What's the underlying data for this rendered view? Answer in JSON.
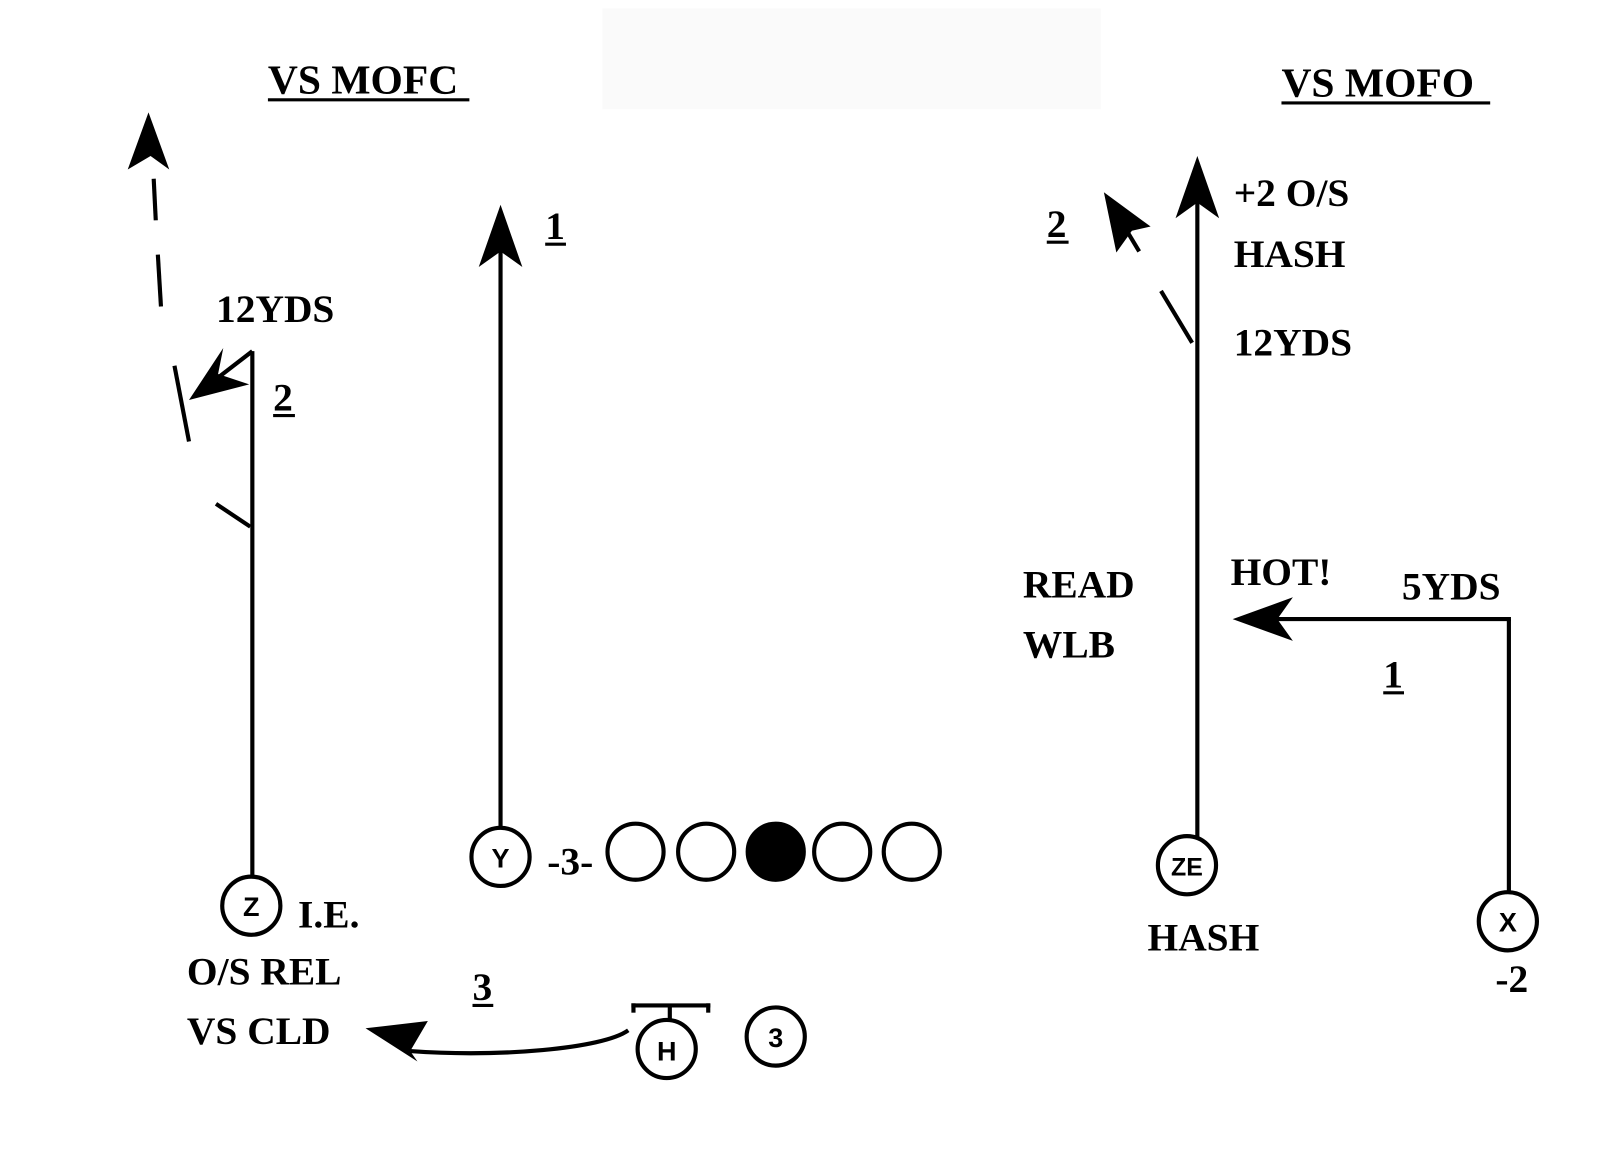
{
  "left_panel": {
    "title": "VS MOFC",
    "labels": {
      "z_depth": "12YDS",
      "z_read_num": "2",
      "y_read_num": "1",
      "y_split": "-3-",
      "z_note1": "I.E.",
      "z_note2": "O/S REL",
      "z_note3": "VS CLD",
      "h_read_num": "3"
    },
    "players": {
      "z": "Z",
      "y": "Y",
      "h": "H",
      "back": "3"
    },
    "offensive_line": {
      "count": 5,
      "center_filled_index": 2
    }
  },
  "right_panel": {
    "title": "VS MOFO",
    "labels": {
      "ze_split_1": "+2 O/S",
      "ze_split_2": "HASH",
      "ze_depth": "12YDS",
      "ze_read_num": "2",
      "read_1": "READ",
      "read_2": "WLB",
      "hot": "HOT!",
      "x_depth": "5YDS",
      "x_read_num": "1",
      "ze_align": "HASH",
      "x_align": "-2"
    },
    "players": {
      "ze": "ZE",
      "x": "X"
    }
  }
}
